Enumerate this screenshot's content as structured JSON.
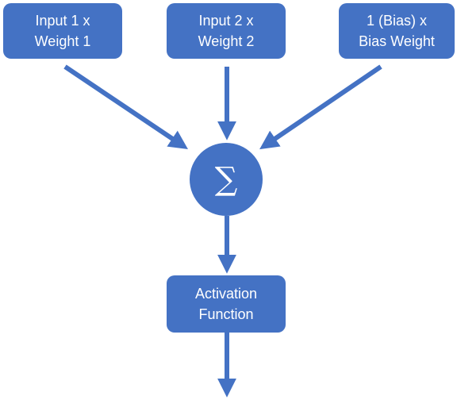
{
  "nodes": {
    "input_1": {
      "line1": "Input 1 x",
      "line2": "Weight 1"
    },
    "input_2": {
      "line1": "Input 2 x",
      "line2": "Weight 2"
    },
    "bias": {
      "line1": "1 (Bias) x",
      "line2": "Bias Weight"
    },
    "summation": {
      "symbol": "∑"
    },
    "activation": {
      "line1": "Activation",
      "line2": "Function"
    }
  },
  "colors": {
    "node_fill": "#4472c4",
    "arrow": "#4472c4",
    "text": "#ffffff"
  }
}
